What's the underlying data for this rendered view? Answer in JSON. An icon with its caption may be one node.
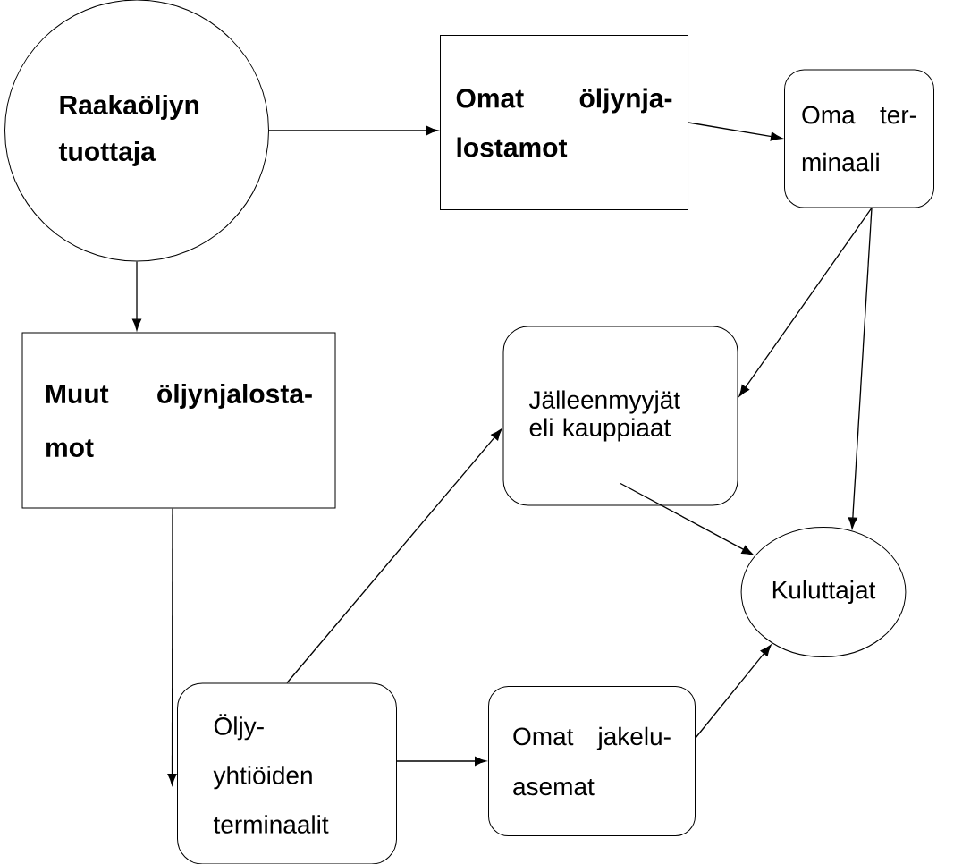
{
  "diagram": {
    "nodes": [
      {
        "text": [
          "Raakaöljyn tuottaja"
        ]
      },
      {
        "text": [
          "Omat öljynja- lostamot"
        ]
      },
      {
        "text": [
          "Oma ter- minaali"
        ]
      },
      {
        "text": [
          "Muut öljynjalosta- mot"
        ]
      },
      {
        "text": [
          "Jälleenmyyjät eli kauppiaat"
        ]
      },
      {
        "text": [
          "Kuluttajat"
        ]
      },
      {
        "text": [
          "Öljy- yhtiöiden terminaalit"
        ]
      },
      {
        "text": [
          "Omat jakelu- asemat"
        ]
      }
    ],
    "edges": [
      {
        "from": 0,
        "to": 1,
        "arrow": "to"
      },
      {
        "from": 1,
        "to": 2,
        "arrow": "to"
      },
      {
        "from": 0,
        "to": 3,
        "arrow": "to"
      },
      {
        "from": 2,
        "to": 4,
        "arrow": "to"
      },
      {
        "from": 2,
        "to": 5,
        "arrow": "to"
      },
      {
        "from": 3,
        "to": 6,
        "arrow": "to"
      },
      {
        "from": 6,
        "to": 4,
        "arrow": "to"
      },
      {
        "from": 6,
        "to": 7,
        "arrow": "to"
      },
      {
        "from": 4,
        "to": 5,
        "arrow": "to"
      },
      {
        "from": 7,
        "to": 5,
        "arrow": "to"
      }
    ]
  }
}
